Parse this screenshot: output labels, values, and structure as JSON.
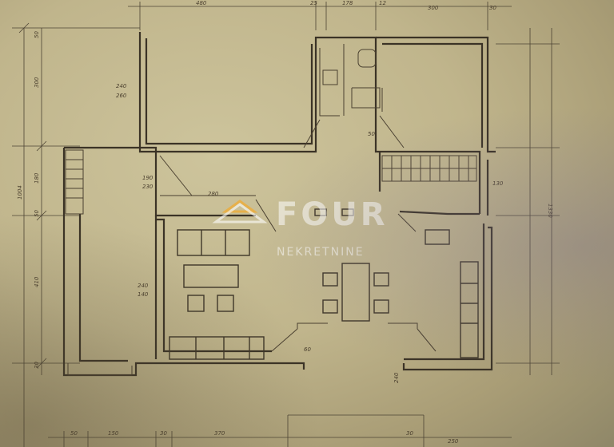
{
  "watermark": {
    "brand": "FOUR",
    "tagline": "NEKRETNINE",
    "accent_color": "#e7b04a"
  },
  "dimensions": {
    "top": [
      "480",
      "25",
      "178",
      "12",
      "300",
      "30"
    ],
    "left": [
      "300",
      "50",
      "180",
      "50",
      "1004",
      "410",
      "30"
    ],
    "right": [
      "1330"
    ],
    "bottom": [
      "50",
      "150",
      "30",
      "370",
      "30",
      "250"
    ],
    "rooms": [
      "240",
      "260",
      "190",
      "230",
      "280",
      "50",
      "130",
      "240",
      "140",
      "60",
      "240"
    ]
  }
}
